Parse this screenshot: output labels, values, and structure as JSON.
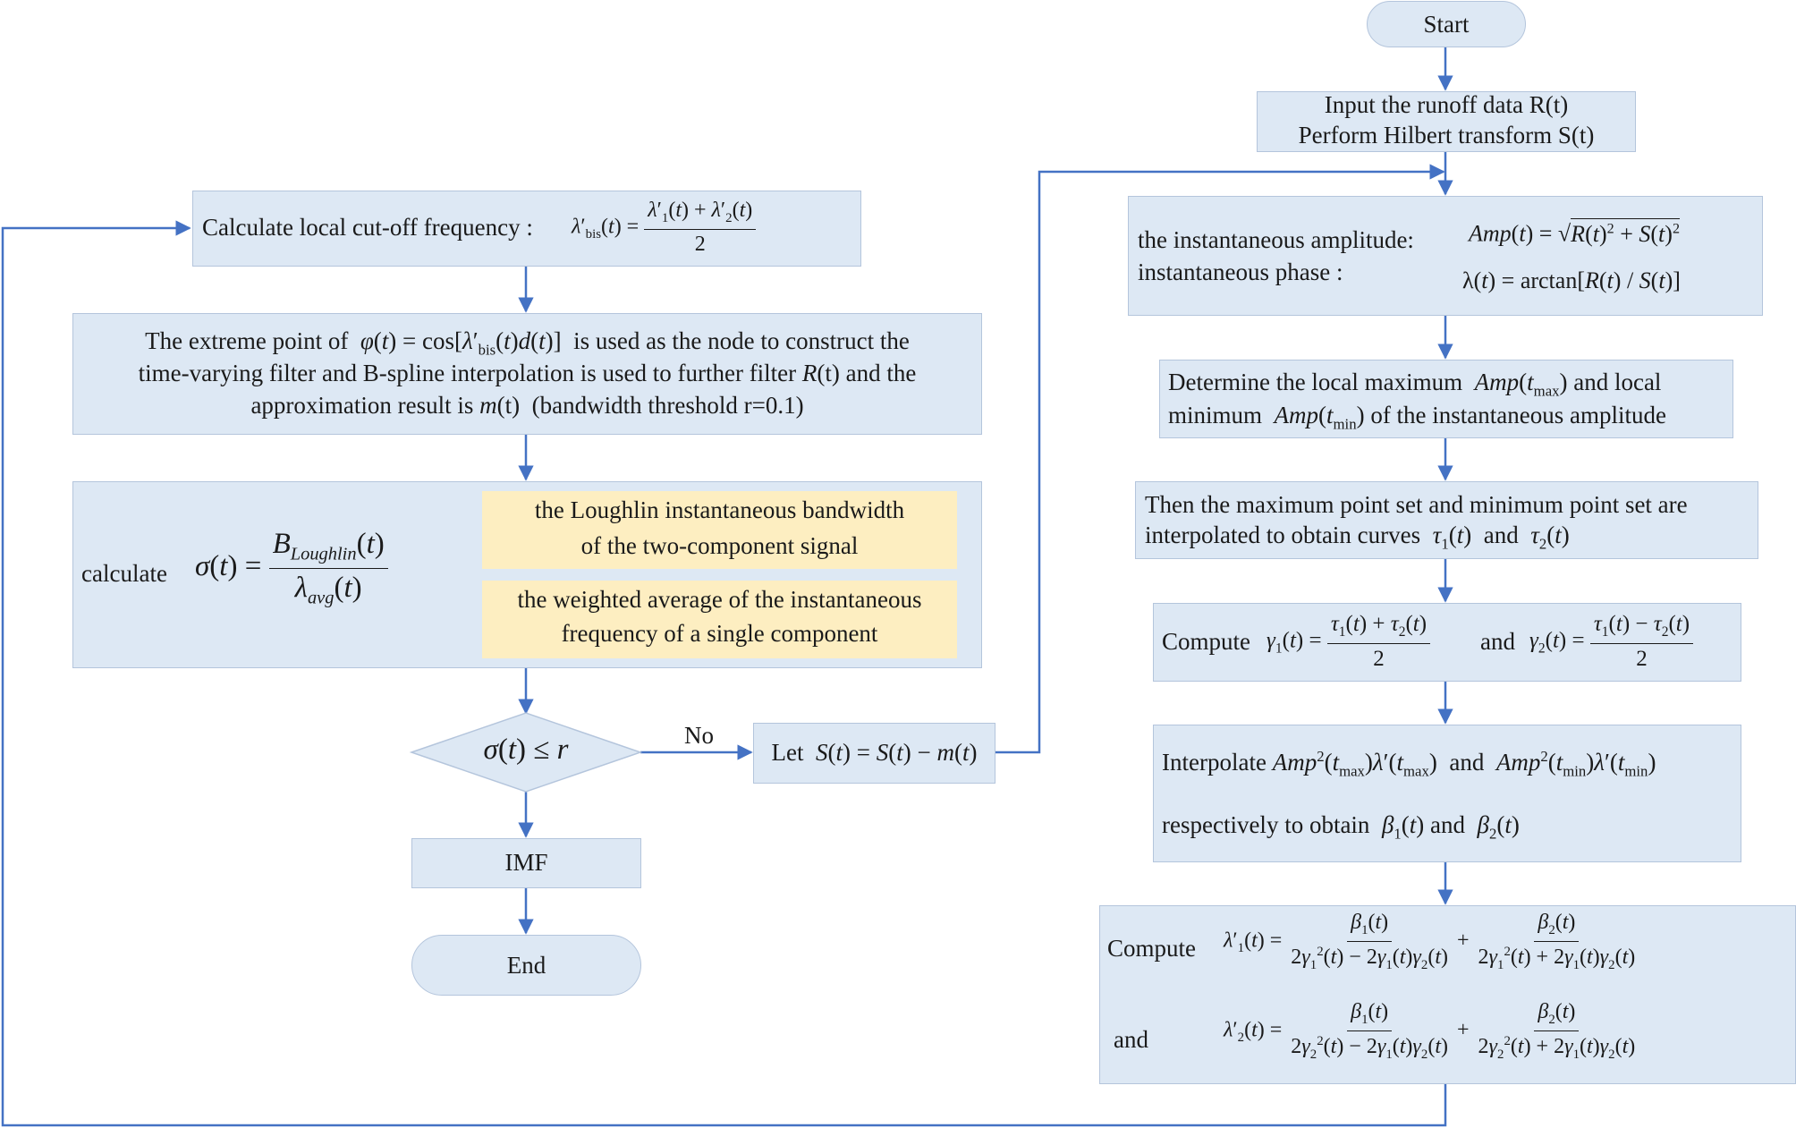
{
  "flow": {
    "start": "Start",
    "input_line1": "Input the runoff data R(t)",
    "input_line2": "Perform Hilbert transform S(t)",
    "amp_label1": "the instantaneous amplitude:",
    "amp_label2": "instantaneous phase :",
    "amp_formula1": "Amp(t) = √(R(t)² + S(t)²)",
    "amp_formula2": "λ(t) = arctan[R(t) / S(t)]",
    "localmax_line1": "Determine the local maximum  Amp(tmax) and local",
    "localmax_line2": "minimum  Amp(tmin) of the instantaneous amplitude",
    "interp_line1": "Then the maximum point set and minimum point set are",
    "interp_line2": "interpolated to obtain curves  τ1(t)  and  τ2(t)",
    "compute_gamma_label": "Compute",
    "gamma1_formula": "γ1(t) = (τ1(t) + τ2(t)) / 2",
    "gamma_and": "and",
    "gamma2_formula": "γ2(t) = (τ1(t) − τ2(t)) / 2",
    "beta_line1_prefix": "Interpolate",
    "beta_line1_a": "Amp²(tmax)λ′(tmax)",
    "beta_line1_and": "and",
    "beta_line1_b": "Amp²(tmin)λ′(tmin)",
    "beta_line2": "respectively to obtain  β1(t)  and  β2(t)",
    "lambda_compute_label": "Compute",
    "lambda_and_label": "and",
    "lambda1_formula": "λ′1(t) = β1(t)/(2γ1²(t) − 2γ1(t)γ2(t)) + β2(t)/(2γ1²(t) + 2γ1(t)γ2(t))",
    "lambda2_formula": "λ′2(t) = β1(t)/(2γ2²(t) − 2γ1(t)γ2(t)) + β2(t)/(2γ2²(t) + 2γ1(t)γ2(t))",
    "cutoff_label": "Calculate local cut-off frequency :",
    "cutoff_formula": "λ′bis(t) = (λ′1(t) + λ′2(t)) / 2",
    "filter_line1": "The extreme point of  φ(t) = cos[λ′bis(t)d(t)]  is used as the node to construct the",
    "filter_line2": "time-varying filter and B-spline interpolation is used to further filter R(t) and the",
    "filter_line3": "approximation result is m(t)  (bandwidth threshold r=0.1)",
    "sigma_label": "calculate",
    "sigma_formula": "σ(t) = BLoughlin(t) / λavg(t)",
    "loughlin_line1": "the Loughlin instantaneous bandwidth",
    "loughlin_line2": "of the two-component signal",
    "weighted_line1": "the weighted average of the instantaneous",
    "weighted_line2": "frequency of a single component",
    "decision": "σ(t) ≤ r",
    "no_label": "No",
    "update": "Let  S(t) = S(t) − m(t)",
    "imf": "IMF",
    "end": "End"
  },
  "colors": {
    "box_fill": "#dde8f4",
    "box_border": "#b4c5dc",
    "note_fill": "#fdeec1",
    "arrow": "#4472c4"
  }
}
